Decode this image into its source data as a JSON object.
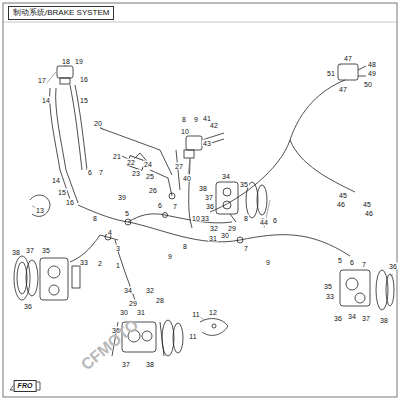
{
  "diagram": {
    "title": "制动系统/BRAKE SYSTEM",
    "labels": [
      "18",
      "19",
      "17",
      "16",
      "14",
      "15",
      "20",
      "21",
      "22",
      "23",
      "24",
      "25",
      "26",
      "27",
      "8",
      "9",
      "10",
      "41",
      "42",
      "43",
      "40",
      "13",
      "14",
      "15",
      "16",
      "6",
      "7",
      "39",
      "5",
      "4",
      "3",
      "2",
      "1",
      "8",
      "38",
      "37",
      "35",
      "36",
      "33",
      "34",
      "32",
      "29",
      "30",
      "31",
      "28",
      "36",
      "37",
      "38",
      "6",
      "7",
      "8",
      "9",
      "10",
      "38",
      "37",
      "36",
      "34",
      "35",
      "33",
      "32",
      "31",
      "30",
      "29",
      "8",
      "7",
      "5",
      "6",
      "9",
      "36",
      "5",
      "6",
      "7",
      "35",
      "34",
      "33",
      "36",
      "37",
      "38",
      "47",
      "51",
      "48",
      "49",
      "50",
      "47",
      "45",
      "46",
      "45",
      "46",
      "44",
      "12",
      "11",
      "11",
      "FRO",
      "CFMOTO"
    ]
  }
}
